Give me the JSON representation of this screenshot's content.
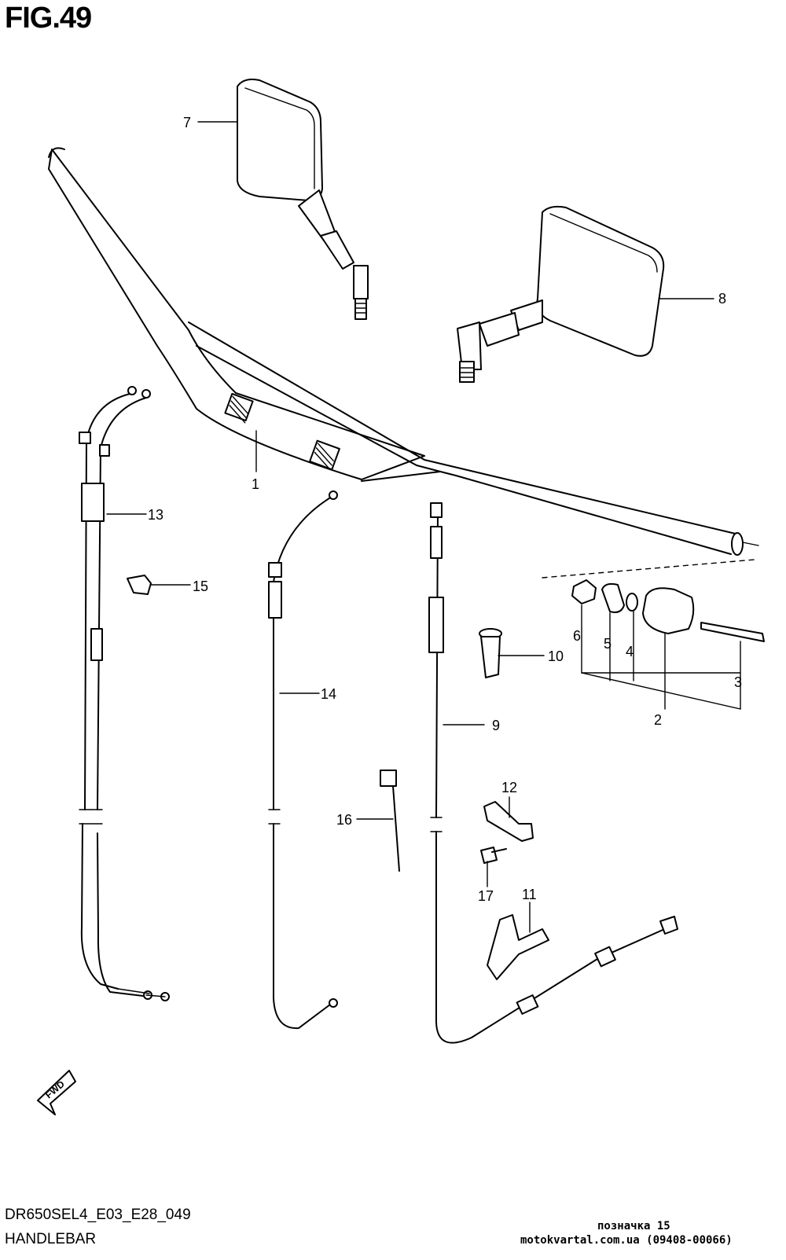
{
  "header": {
    "title": "FIG.49"
  },
  "footer": {
    "model_code": "DR650SEL4_E03_E28_049",
    "section_name": "HANDLEBAR",
    "stamp_line1": "позначка 15",
    "stamp_line2": "motokvartal.com.ua (09408-00066)"
  },
  "fwd_label": "FWD",
  "callouts": {
    "c1": "1",
    "c2": "2",
    "c3": "3",
    "c4": "4",
    "c5": "5",
    "c6": "6",
    "c7": "7",
    "c8": "8",
    "c9": "9",
    "c10": "10",
    "c11": "11",
    "c12": "12",
    "c13": "13",
    "c14": "14",
    "c15": "15",
    "c16": "16",
    "c17": "17"
  }
}
